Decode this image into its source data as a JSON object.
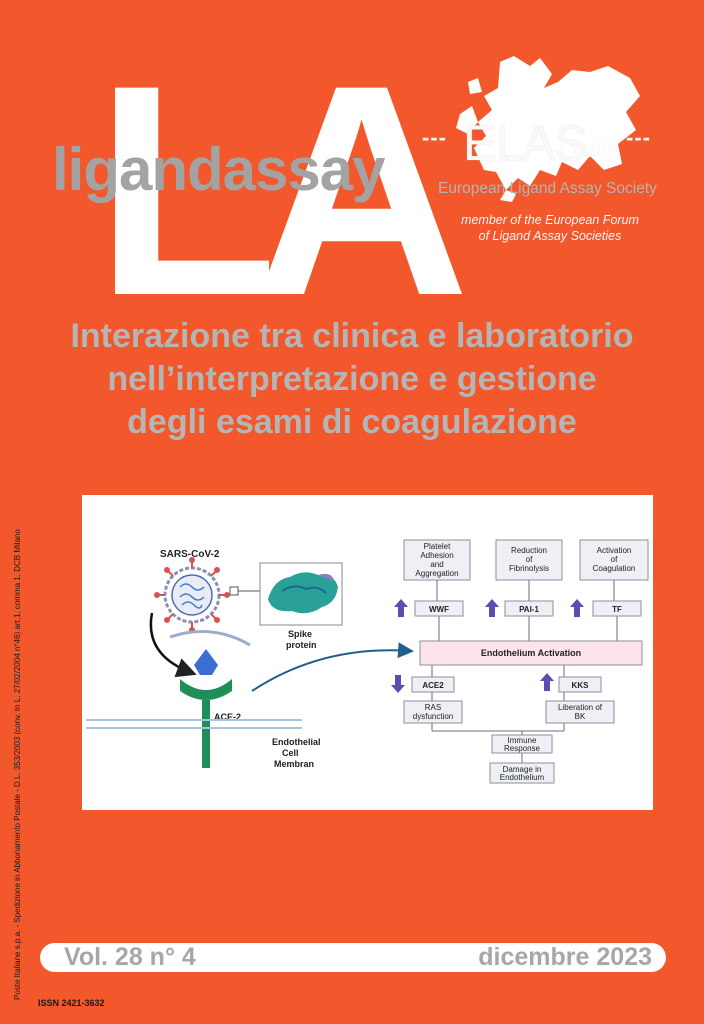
{
  "masthead": {
    "logo_letters": "LA",
    "title": "ligandassay"
  },
  "society": {
    "acronym": "ELAS",
    "country": "Italia",
    "dashes_left": "---",
    "dashes_right": "---",
    "full_name": "European Ligand Assay Society",
    "membership_line1": "member of the European Forum",
    "membership_line2": "of Ligand Assay Societies"
  },
  "headline": {
    "line1": "Interazione tra clinica e laboratorio",
    "line2": "nell’interpretazione e gestione",
    "line3": "degli esami di coagulazione"
  },
  "figure": {
    "virus_label": "SARS-CoV-2",
    "spike_label_1": "Spike",
    "spike_label_2": "protein",
    "receptor_label": "ACE-2",
    "membrane_label_1": "Endothelial",
    "membrane_label_2": "Cell",
    "membrane_label_3": "Membran",
    "effects": [
      {
        "lines": [
          "Platelet",
          "Adhesion",
          "and",
          "Aggregation"
        ]
      },
      {
        "lines": [
          "Reduction",
          "of",
          "Fibrinolysis"
        ]
      },
      {
        "lines": [
          "Activation",
          "of",
          "Coagulation"
        ]
      }
    ],
    "markers": [
      "WWF",
      "PAI-1",
      "TF"
    ],
    "central_node": "Endothelium Activation",
    "ace2_node": "ACE2",
    "kks_node": "KKS",
    "ras_lines": [
      "RAS",
      "dysfunction"
    ],
    "bk_lines": [
      "Liberation of",
      "BK"
    ],
    "immune_lines": [
      "Immune",
      "Response"
    ],
    "damage_lines": [
      "Damage in",
      "Endothelium"
    ]
  },
  "spine": {
    "text": "Poste Italiane s.p.a. - Spedizione in Abbonamento Postale - D.L. 353/2003 (conv. In L. 27/02/2004 n°46) art.1, comma 1, DCB Milano"
  },
  "issue": {
    "volume": "Vol. 28 n° 4",
    "date": "dicembre 2023"
  },
  "issn": "ISSN 2421-3632",
  "colors": {
    "background": "#f2582b",
    "grey_text": "#b5b5b5",
    "white": "#ffffff"
  }
}
